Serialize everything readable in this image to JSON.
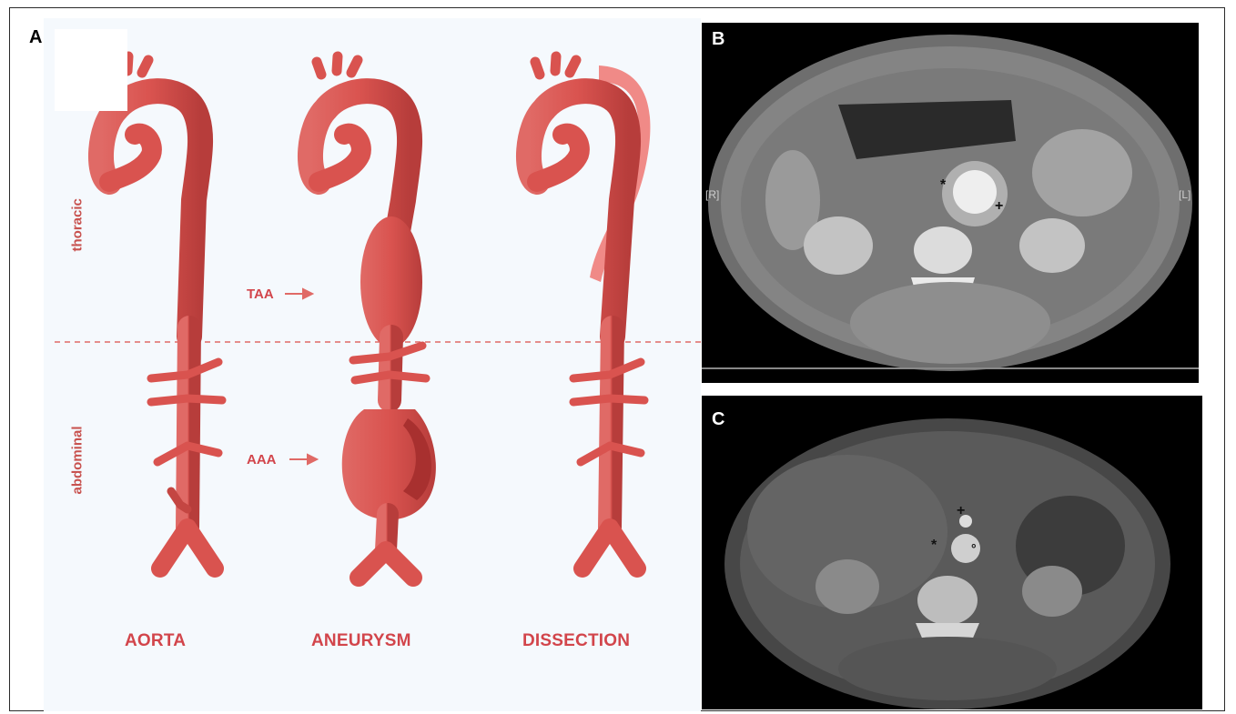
{
  "panels": {
    "a": {
      "letter": "A",
      "region_labels": {
        "thoracic": "thoracic",
        "abdominal": "abdominal"
      },
      "columns": [
        "AORTA",
        "ANEURYSM",
        "DISSECTION"
      ],
      "arrows": {
        "taa": "TAA",
        "aaa": "AAA"
      }
    },
    "b": {
      "letter": "B",
      "side_right": "[R]",
      "side_left": "[L]",
      "mark_asterisk": "*",
      "mark_plus": "+"
    },
    "c": {
      "letter": "C",
      "mark_asterisk": "*",
      "mark_plus": "+",
      "mark_circle": "°"
    }
  },
  "colors": {
    "aorta_red": "#d9534f",
    "aorta_dark": "#b73d3b",
    "dissection_pink": "#f08a87",
    "label_red": "#d2454b",
    "panel_bg": "#f5f9fd"
  }
}
